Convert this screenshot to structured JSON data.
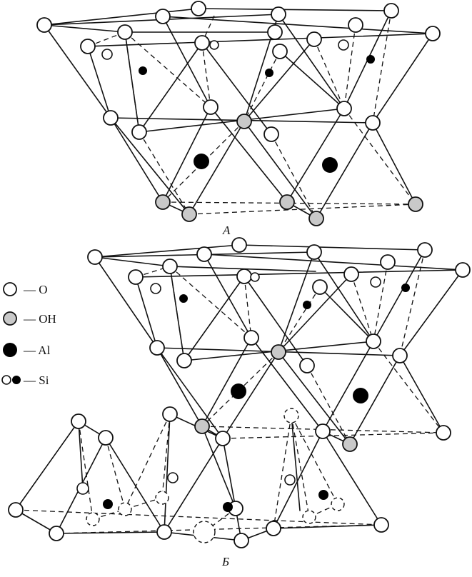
{
  "panels": {
    "top_label": "А",
    "bottom_label": "Б"
  },
  "legend": [
    {
      "symbol": "oxygen",
      "text": "— O"
    },
    {
      "symbol": "hydroxyl",
      "text": "— OH"
    },
    {
      "symbol": "aluminium",
      "text": "— Al"
    },
    {
      "symbol": "silicon",
      "text": "— Si"
    }
  ],
  "colors": {
    "line": "#111111",
    "hydroxyl_fill": "#c9c9c9",
    "cation_fill": "#000000"
  }
}
